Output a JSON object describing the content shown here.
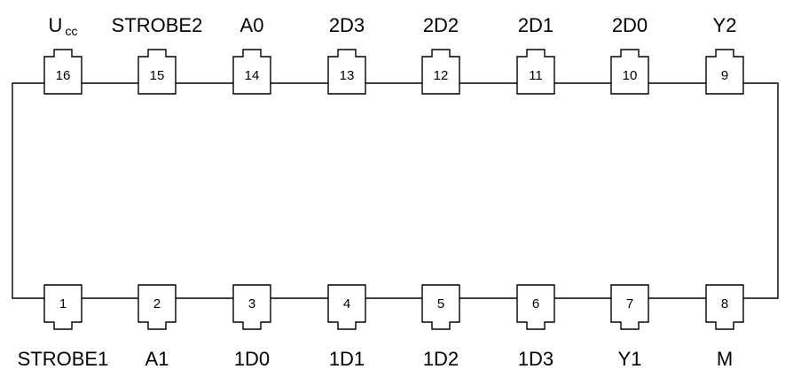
{
  "pins_top": [
    {
      "num": "16",
      "label": "U",
      "sub": "cc"
    },
    {
      "num": "15",
      "label": "STROBE2"
    },
    {
      "num": "14",
      "label": "A0"
    },
    {
      "num": "13",
      "label": "2D3"
    },
    {
      "num": "12",
      "label": "2D2"
    },
    {
      "num": "11",
      "label": "2D1"
    },
    {
      "num": "10",
      "label": "2D0"
    },
    {
      "num": "9",
      "label": "Y2"
    }
  ],
  "pins_bottom": [
    {
      "num": "1",
      "label": "STROBE1"
    },
    {
      "num": "2",
      "label": "A1"
    },
    {
      "num": "3",
      "label": "1D0"
    },
    {
      "num": "4",
      "label": "1D1"
    },
    {
      "num": "5",
      "label": "1D2"
    },
    {
      "num": "6",
      "label": "1D3"
    },
    {
      "num": "7",
      "label": "Y1"
    },
    {
      "num": "8",
      "label": "M"
    }
  ]
}
